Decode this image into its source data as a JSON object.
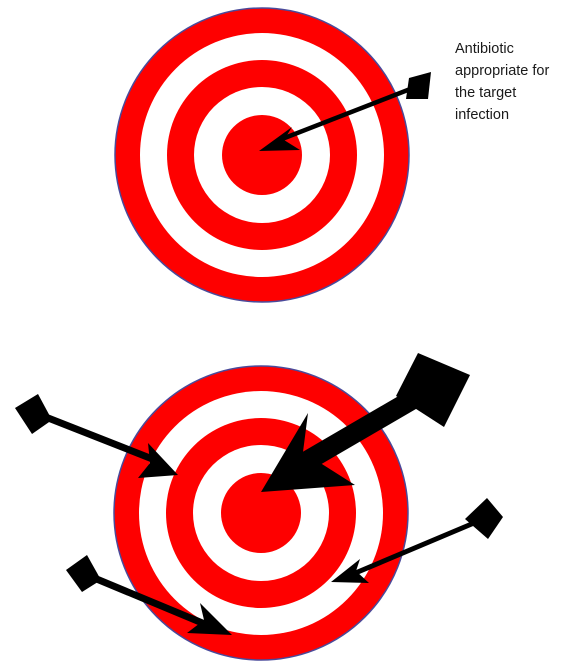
{
  "caption": {
    "lines": [
      "Antibiotic",
      "appropriate for",
      "the target",
      "infection"
    ]
  },
  "colors": {
    "ring_red": "#fe0000",
    "ring_white": "#ffffff",
    "target_outline": "#4a4a9a",
    "arrow": "#000000",
    "text": "#1a1a1a"
  },
  "icons": {
    "target": "bullseye-target-icon",
    "arrow": "arrow-icon"
  }
}
